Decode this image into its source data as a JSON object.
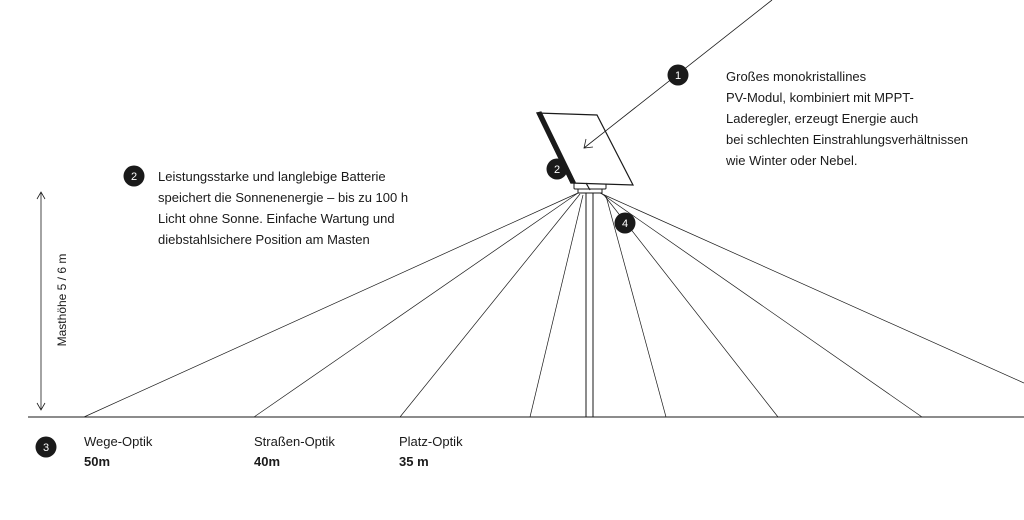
{
  "callouts": [
    {
      "number": "1",
      "text": [
        "Großes monokristallines",
        "PV-Modul, kombiniert mit MPPT-",
        "Laderegler, erzeugt Energie auch",
        "bei schlechten Einstrahlungsverhältnissen",
        "wie Winter oder Nebel."
      ]
    },
    {
      "number": "2",
      "text": [
        "Leistungsstarke und langlebige Batterie",
        "speichert die Sonnenenergie – bis zu 100 h",
        "Licht ohne Sonne. Einfache Wartung und",
        "diebstahlsichere Position am Masten"
      ]
    },
    {
      "number": "3"
    },
    {
      "number": "4"
    }
  ],
  "mast_label": "Masthöhe 5 / 6 m",
  "optics": [
    {
      "name": "Wege-Optik",
      "distance": "50m"
    },
    {
      "name": "Straßen-Optik",
      "distance": "40m"
    },
    {
      "name": "Platz-Optik",
      "distance": "35 m"
    }
  ],
  "colors": {
    "line": "#1a1a1a",
    "badge": "#1a1a1a",
    "badge_text": "#ffffff"
  }
}
